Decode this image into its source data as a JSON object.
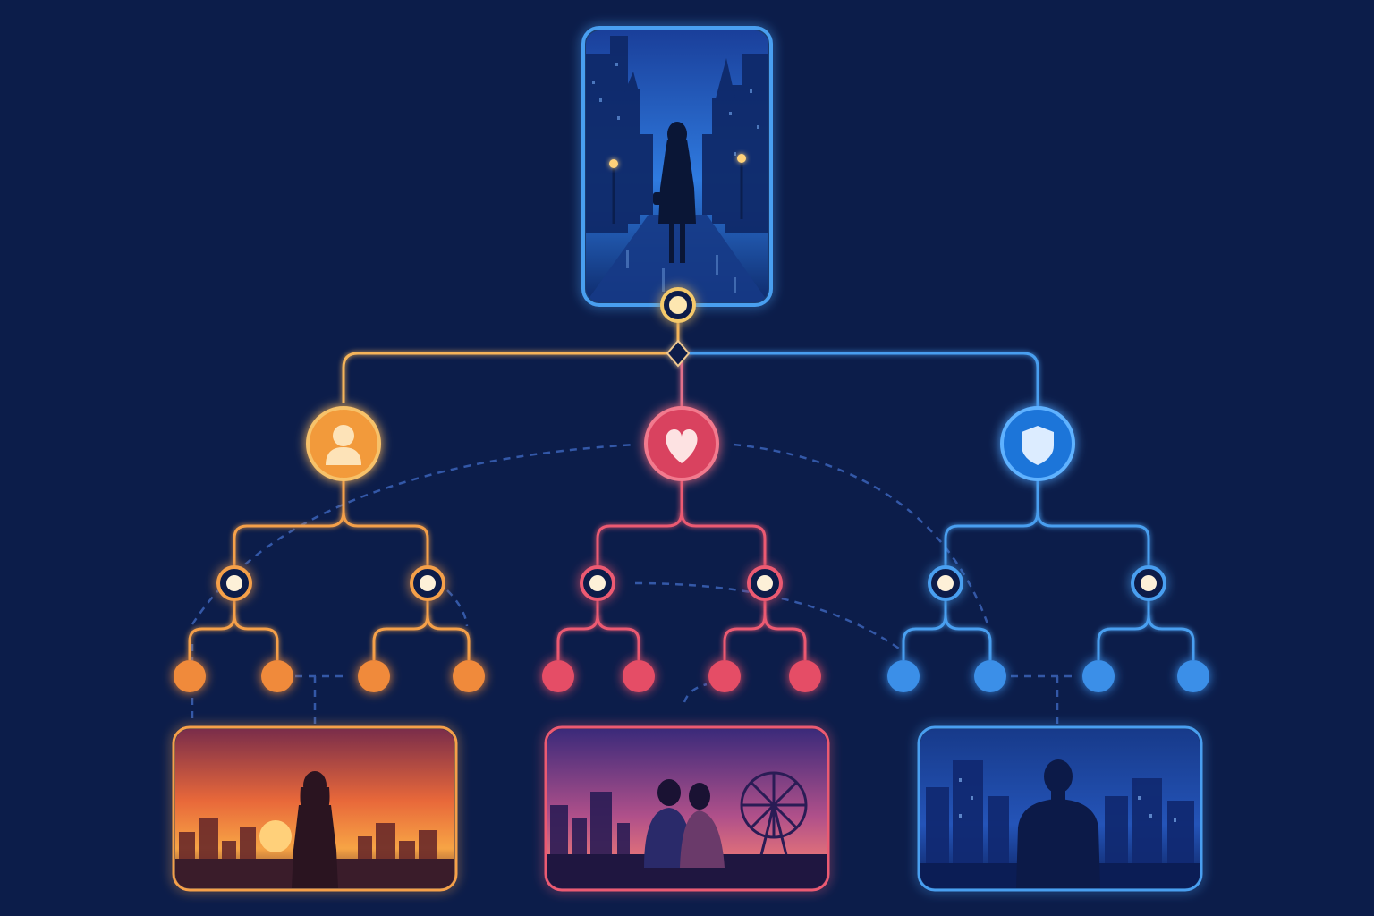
{
  "colors": {
    "background": "#0c1d4a",
    "orange": "#f5a04a",
    "orange_leaf": "#f08a3a",
    "pink": "#ec5a72",
    "pink_leaf": "#e54d66",
    "blue": "#4a9ff0",
    "blue_leaf": "#3a8fe8",
    "root_node": "#f5c96a",
    "dashed": "#3b63b8"
  },
  "diagram": {
    "root": {
      "scene": "woman-alone-night-city-street"
    },
    "branches": [
      {
        "key": "self",
        "icon": "person-icon",
        "theme": "orange",
        "scene": "woman-sunset-city"
      },
      {
        "key": "love",
        "icon": "heart-icon",
        "theme": "pink",
        "scene": "couple-ferris-wheel-dusk"
      },
      {
        "key": "safety",
        "icon": "shield-icon",
        "theme": "blue",
        "scene": "man-night-city"
      }
    ]
  }
}
